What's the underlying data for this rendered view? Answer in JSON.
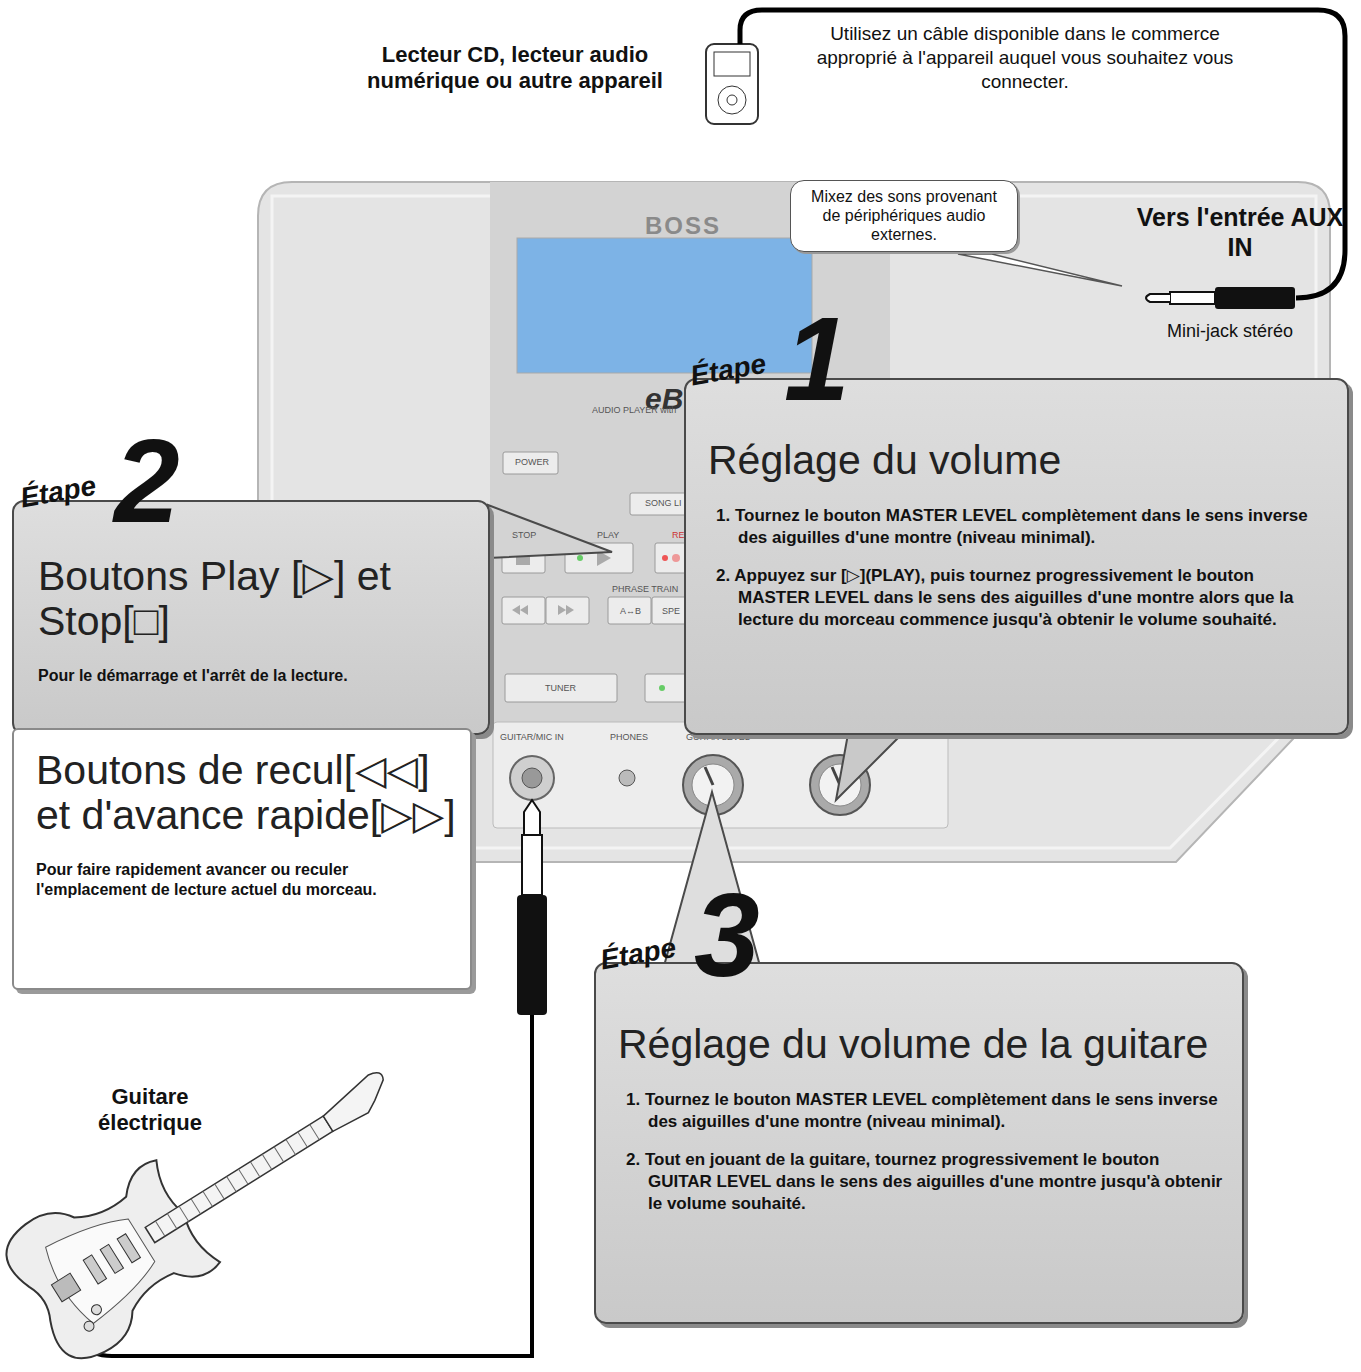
{
  "diagram": {
    "nodes": [
      {
        "text": [
          "Mixez des sons provenant de périphériques audio externes."
        ]
      },
      {
        "text": [
          "Étape",
          "1",
          "Réglage du volume",
          "1. Tournez le bouton MASTER LEVEL complètement dans le sens inverse des aiguilles d'une montre (niveau minimal).",
          "2. Appuyez sur [▷](PLAY), puis tournez progressivement le bouton MASTER LEVEL dans le sens des aiguilles d'une montre alors que la lecture du morceau commence jusqu'à obtenir le volume souhaité."
        ]
      },
      {
        "text": [
          "Étape",
          "2",
          "Boutons Play [▷] et Stop[□]",
          "Pour le démarrage et l'arrêt de la lecture."
        ]
      },
      {
        "text": [
          "Boutons de recul[◁◁] et d'avance rapide[▷▷]",
          "Pour faire rapidement avancer ou reculer l'emplacement de lecture actuel du morceau."
        ]
      },
      {
        "text": [
          "Étape",
          "3",
          "Réglage du volume de la guitare",
          "1. Tournez le bouton MASTER LEVEL complètement dans le sens inverse des aiguilles d'une montre (niveau minimal).",
          "2. Tout en jouant de la guitare, tournez progressivement le bouton GUITAR LEVEL dans le sens des aiguilles d'une montre jusqu'à obtenir le volume souhaité."
        ]
      }
    ],
    "labels": [
      "Lecteur CD, lecteur audio numérique ou autre appareil",
      "Utilisez un câble disponible dans le commerce approprié à l'appareil auquel vous souhaitez vous connecter.",
      "Vers l'entrée AUX IN",
      "Mini-jack stéréo",
      "BOSS",
      "eB",
      "AUDIO PLAYER with",
      "POWER",
      "SONG LI",
      "STOP",
      "PLAY",
      "RE",
      "PHRASE TRAIN",
      "A↔B",
      "SPE",
      "TUNER",
      "GUITAR/MIC IN",
      "PHONES",
      "GUITAR LEVEL",
      "Guitare électrique"
    ]
  }
}
